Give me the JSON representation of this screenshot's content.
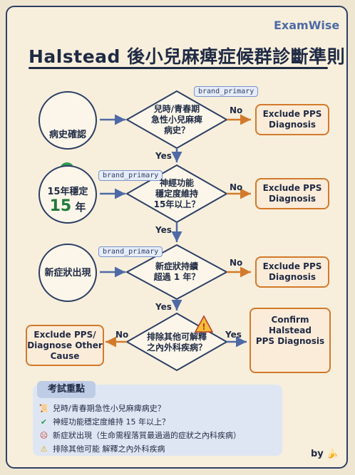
{
  "brand": "ExamWise",
  "title": "Halstead 後小兒麻痺症候群診斷準則",
  "tags": [
    "brand_primary",
    "brand_primary",
    "brand_primary"
  ],
  "steps": [
    {
      "label": "病史確認",
      "question": [
        "兒時/青春期",
        "急性小兒麻痺",
        "病史？"
      ],
      "no": "No",
      "exclude": [
        "Exclude PPS",
        "Diagnosis"
      ]
    },
    {
      "label": "15年穩定",
      "big": "15",
      "unit": "年",
      "question": [
        "神經功能",
        "穩定度維持",
        "15年以上？"
      ],
      "no": "No",
      "exclude": [
        "Exclude PPS",
        "Diagnosis"
      ]
    },
    {
      "label": "新症狀出現",
      "question": [
        "新症狀持續",
        "超過 1 年？"
      ],
      "no": "No",
      "exclude": [
        "Exclude PPS",
        "Diagnosis"
      ]
    },
    {
      "question": [
        "排除其他可解釋",
        "之內外科疾病？"
      ]
    }
  ],
  "yes_labels": [
    "Yes",
    "Yes",
    "Yes",
    "Yes"
  ],
  "final_no": "No",
  "exclude_other": [
    "Exclude PPS/",
    "Diagnose Other",
    "Cause"
  ],
  "confirm": [
    "Confirm Halstead",
    "PPS Diagnosis"
  ],
  "notes": {
    "heading": "考試重點",
    "items": [
      {
        "icon": "scroll-icon",
        "text": "兒時/青春期急性小兒麻痺病史？"
      },
      {
        "icon": "check-icon",
        "text": "神經功能穩定度維持 15 年以上？"
      },
      {
        "icon": "sad-face-icon",
        "text": "新症狀出現（生命需程落質最過過的症狀之內科疾病）"
      },
      {
        "icon": "warning-icon",
        "text": "排除其他可能 解釋之內外科疾病"
      }
    ]
  },
  "footer": "by"
}
